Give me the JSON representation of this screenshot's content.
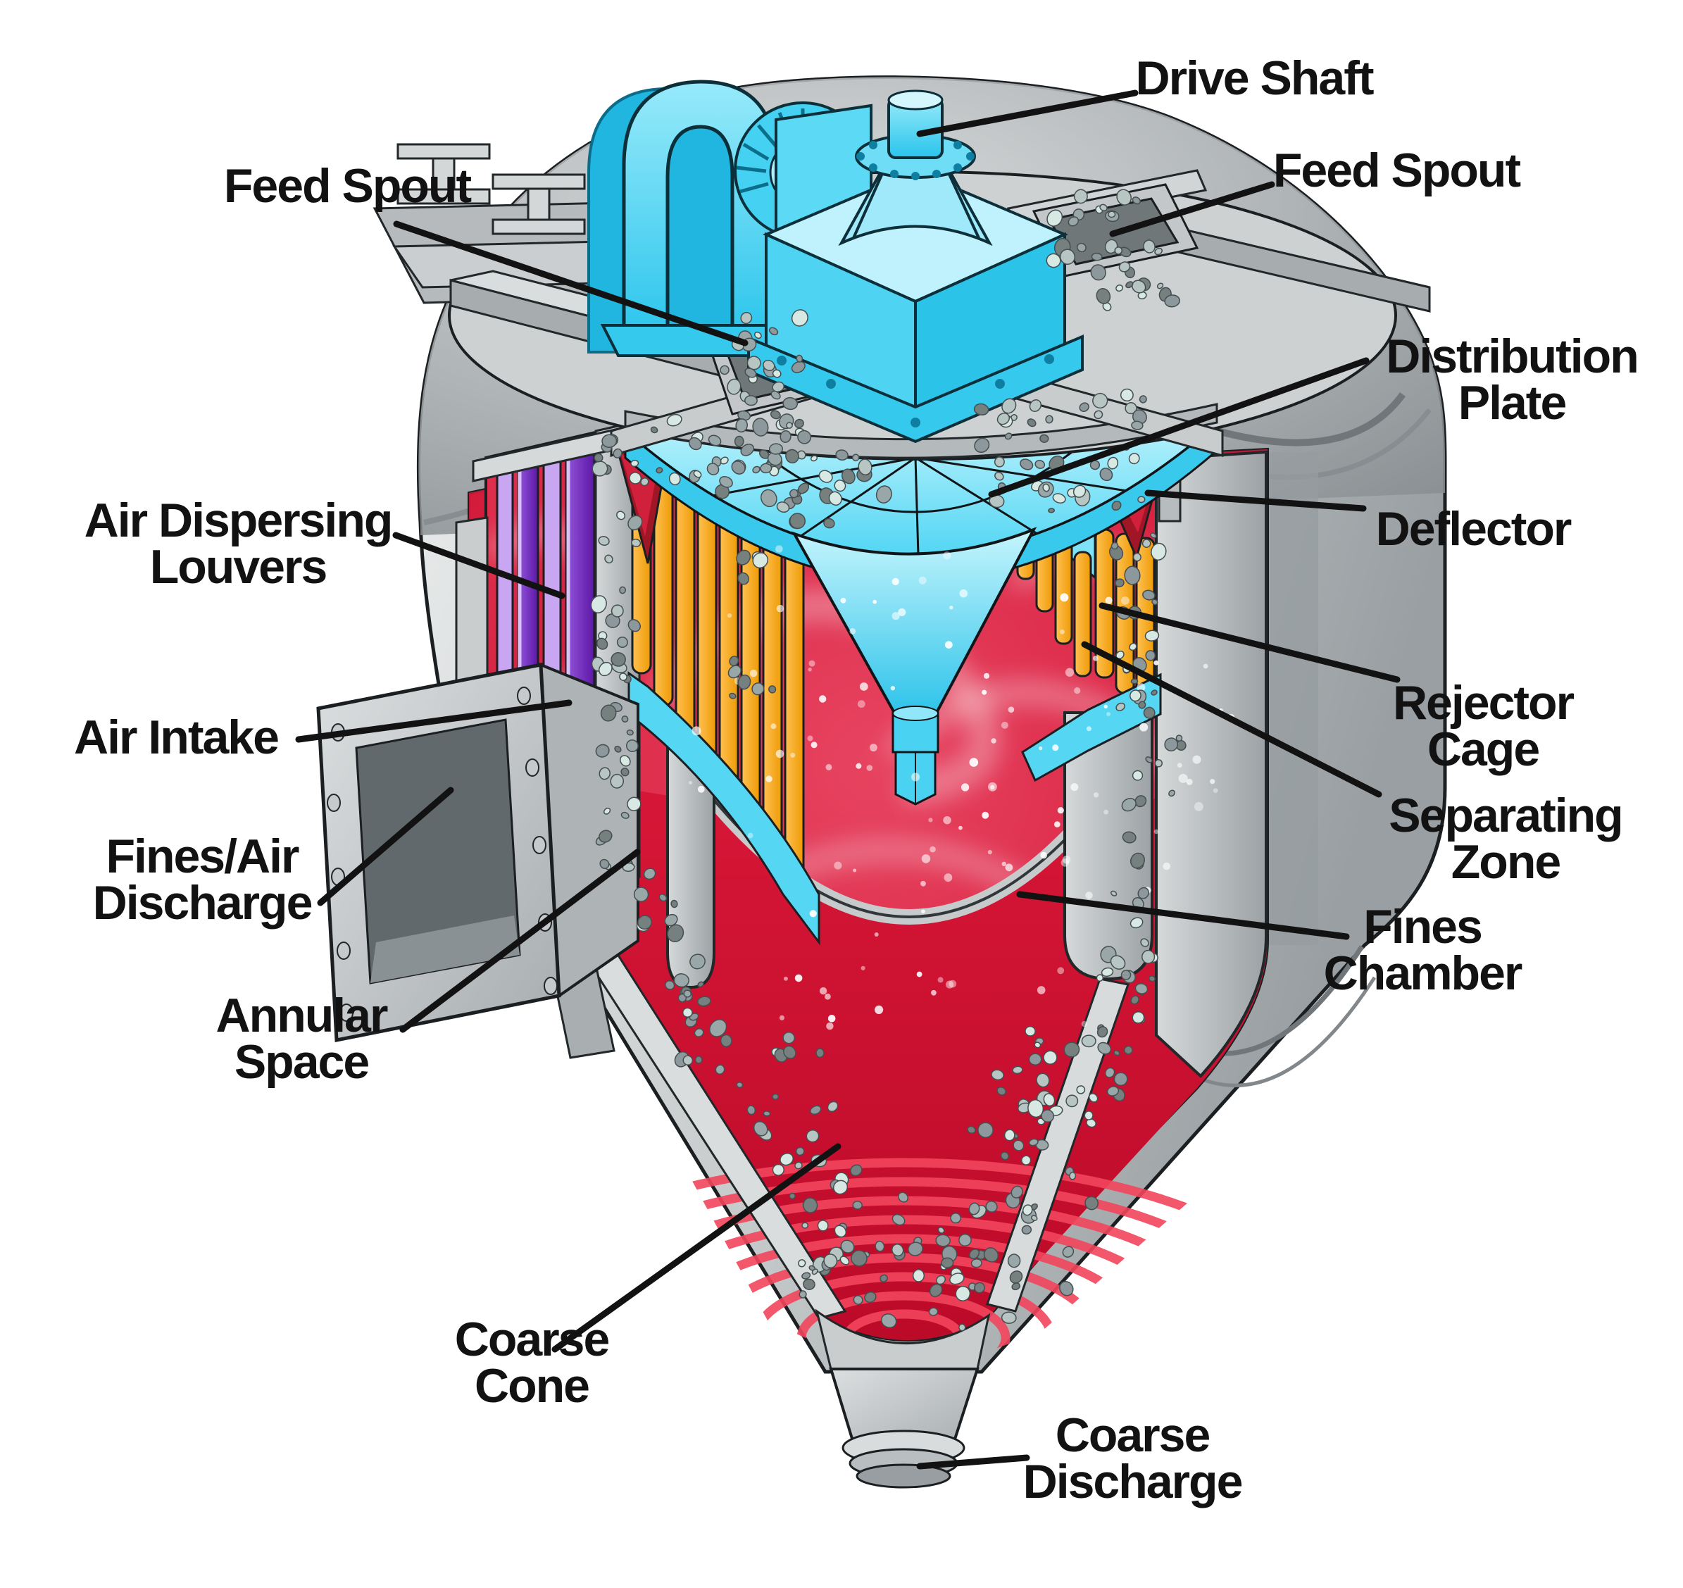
{
  "figure": {
    "type": "technical-cutaway-diagram",
    "subject": "Air classifier cutaway with labeled components",
    "background": "#ffffff"
  },
  "labels": {
    "drive_shaft": {
      "text": "Drive Shaft"
    },
    "feed_spout_left": {
      "text": "Feed Spout"
    },
    "feed_spout_right": {
      "text": "Feed Spout"
    },
    "distribution_plate": {
      "text": "Distribution\nPlate"
    },
    "deflector": {
      "text": "Deflector"
    },
    "rejector_cage": {
      "text": "Rejector\nCage"
    },
    "separating_zone": {
      "text": "Separating\nZone"
    },
    "fines_chamber": {
      "text": "Fines\nChamber"
    },
    "air_dispersing_louvers": {
      "text": "Air Dispersing\nLouvers"
    },
    "air_intake": {
      "text": "Air Intake"
    },
    "fines_air_discharge": {
      "text": "Fines/Air\nDischarge"
    },
    "annular_space": {
      "text": "Annular\nSpace"
    },
    "coarse_cone": {
      "text": "Coarse\nCone"
    },
    "coarse_discharge": {
      "text": "Coarse\nDischarge"
    }
  },
  "colors": {
    "machine_cyan": "#41D0F1",
    "machine_cyan_light": "#AEEFFB",
    "machine_cyan_dark": "#0FA9D2",
    "body_gray_light": "#E3E5E6",
    "body_gray": "#BFC3C5",
    "body_gray_dark": "#8E9497",
    "chamber_red": "#D81F3F",
    "chamber_red_dark": "#B80E2C",
    "rib_red_light": "#F2455C",
    "cage_orange": "#F9A51B",
    "louver_purple": "#6B21B8",
    "louver_purple_light": "#C9A6F2",
    "deflector_maroon": "#9E1626",
    "deflector_red": "#D0203C",
    "particle_gray": "#8D989C",
    "particle_mint": "#D8E9E4",
    "label_text": "#121212",
    "leader_line": "#121212",
    "background": "#FFFFFF"
  }
}
